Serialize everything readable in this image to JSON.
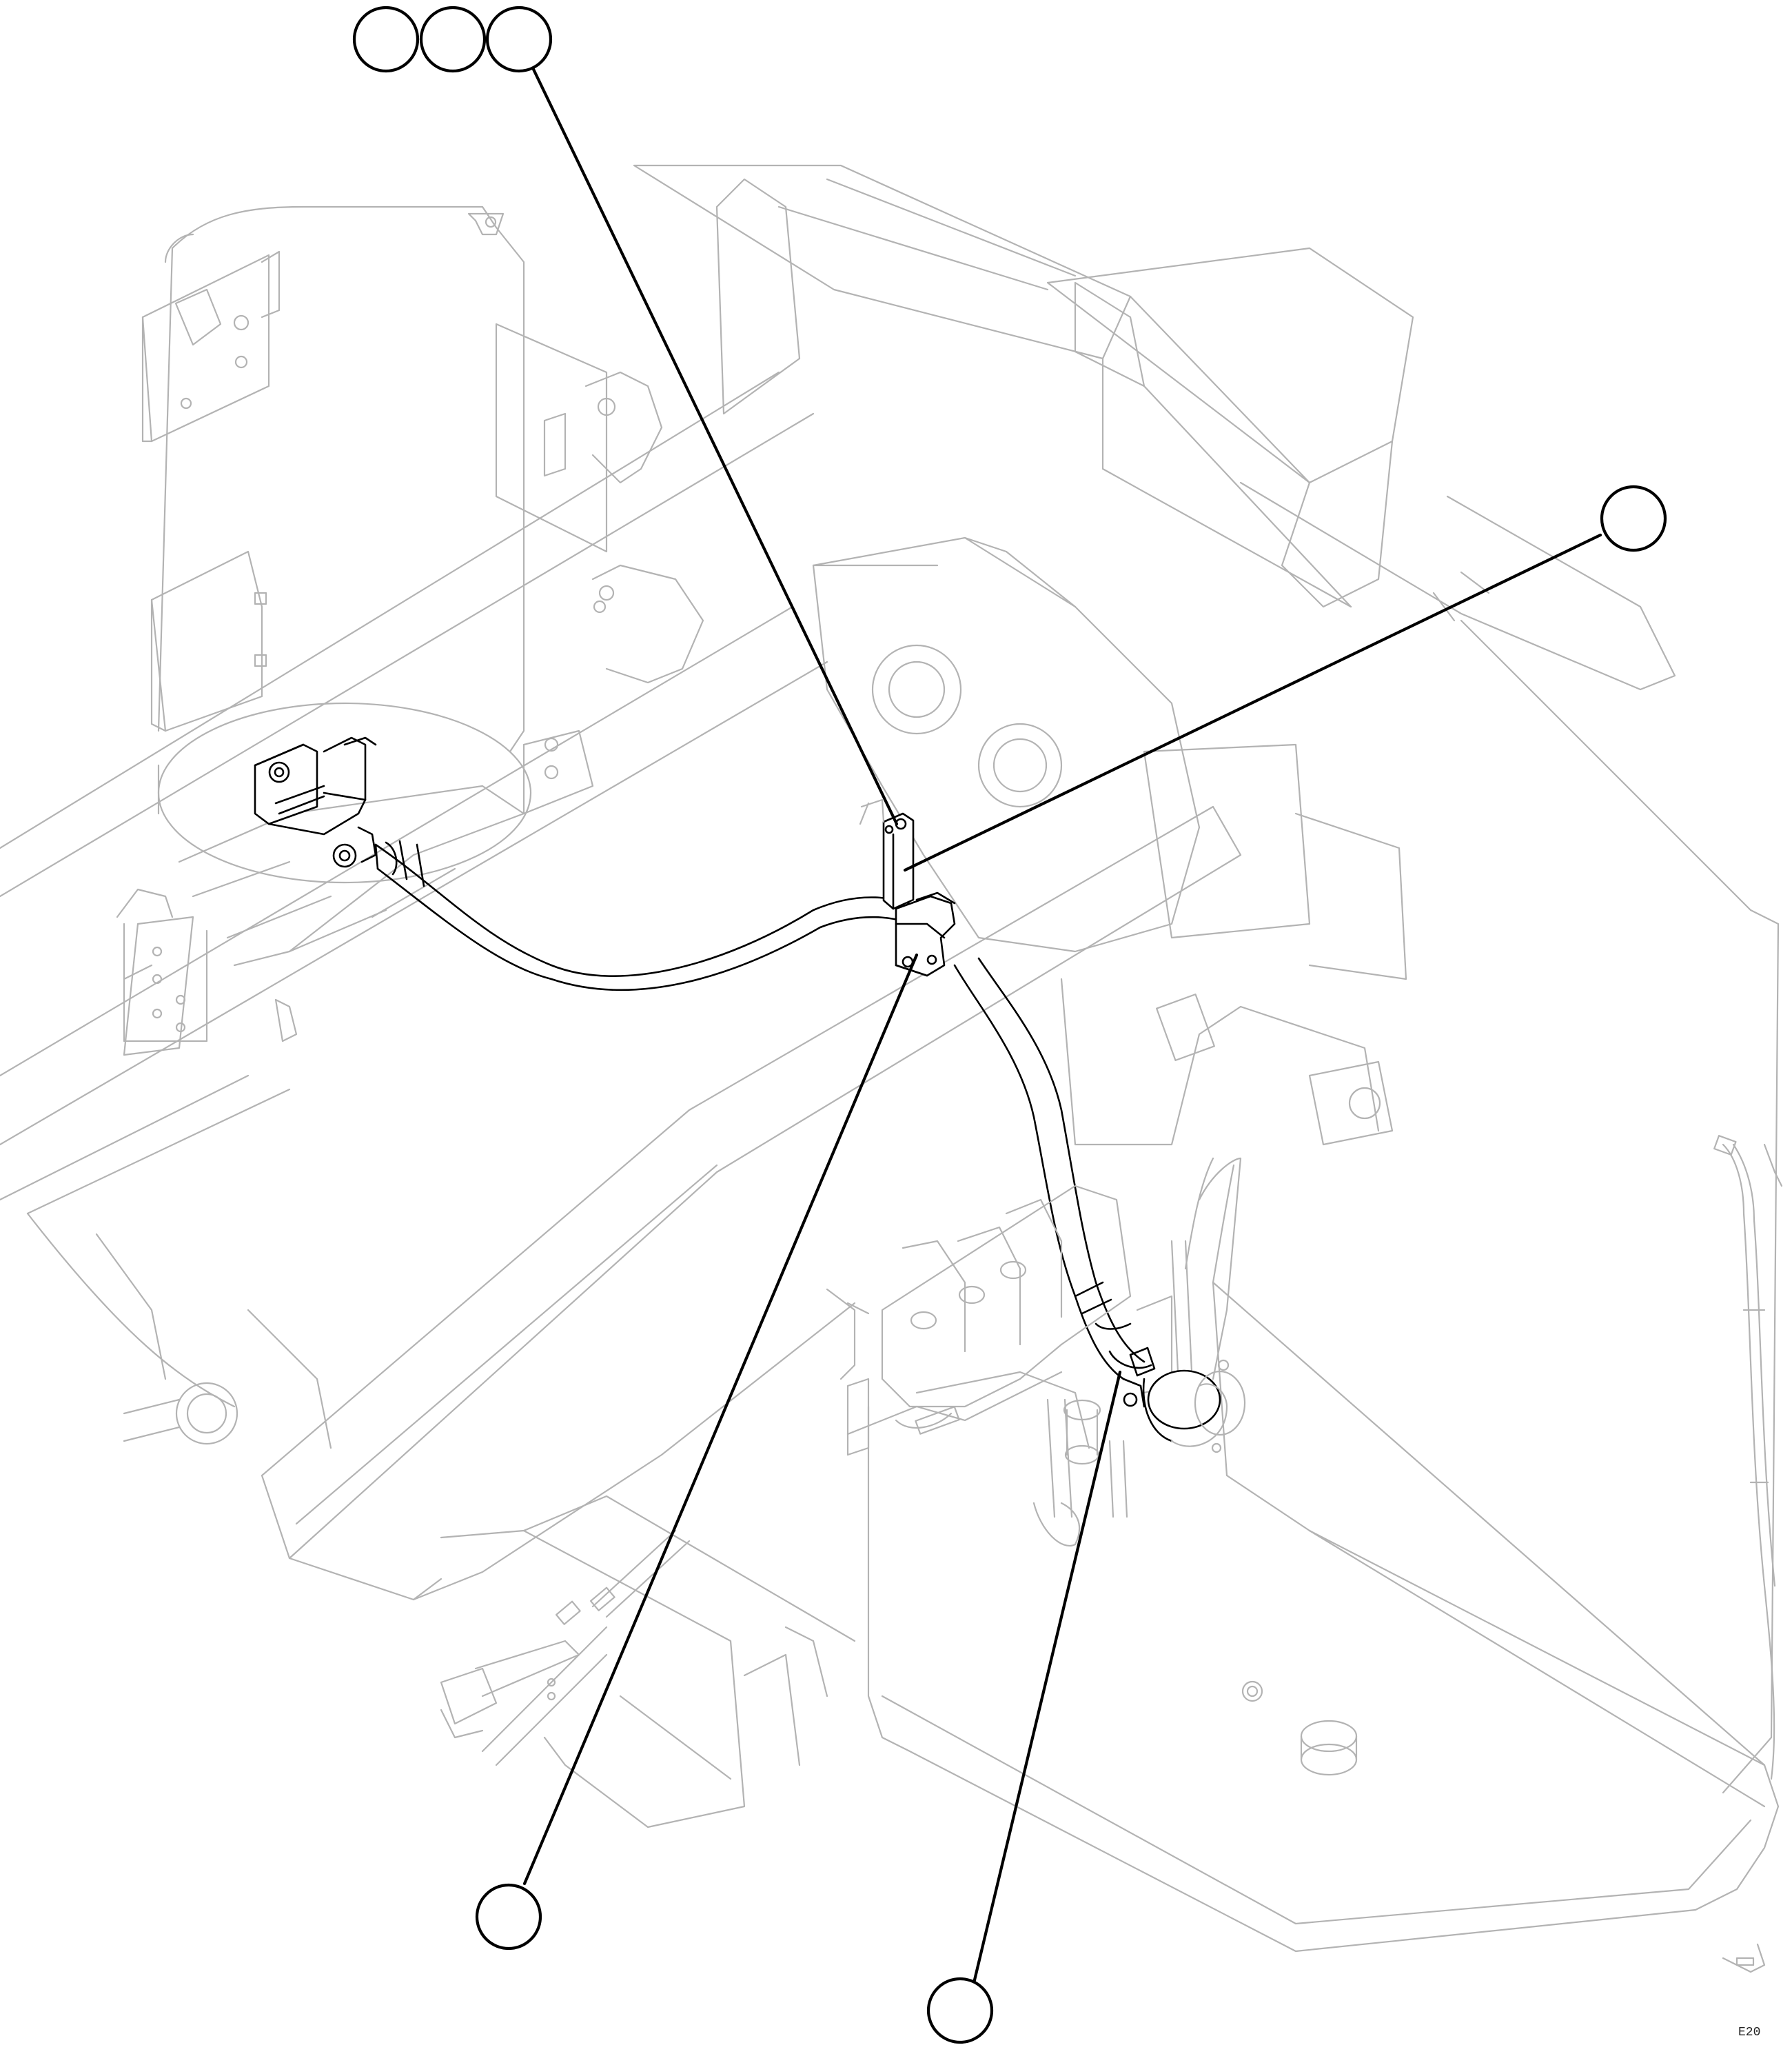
{
  "diagram": {
    "callouts": [
      {
        "id": "callout-top-1",
        "label": ""
      },
      {
        "id": "callout-top-2",
        "label": ""
      },
      {
        "id": "callout-top-3",
        "label": ""
      },
      {
        "id": "callout-right",
        "label": ""
      },
      {
        "id": "callout-bottom-left",
        "label": ""
      },
      {
        "id": "callout-bottom-right",
        "label": ""
      }
    ],
    "image_code": "E20"
  }
}
